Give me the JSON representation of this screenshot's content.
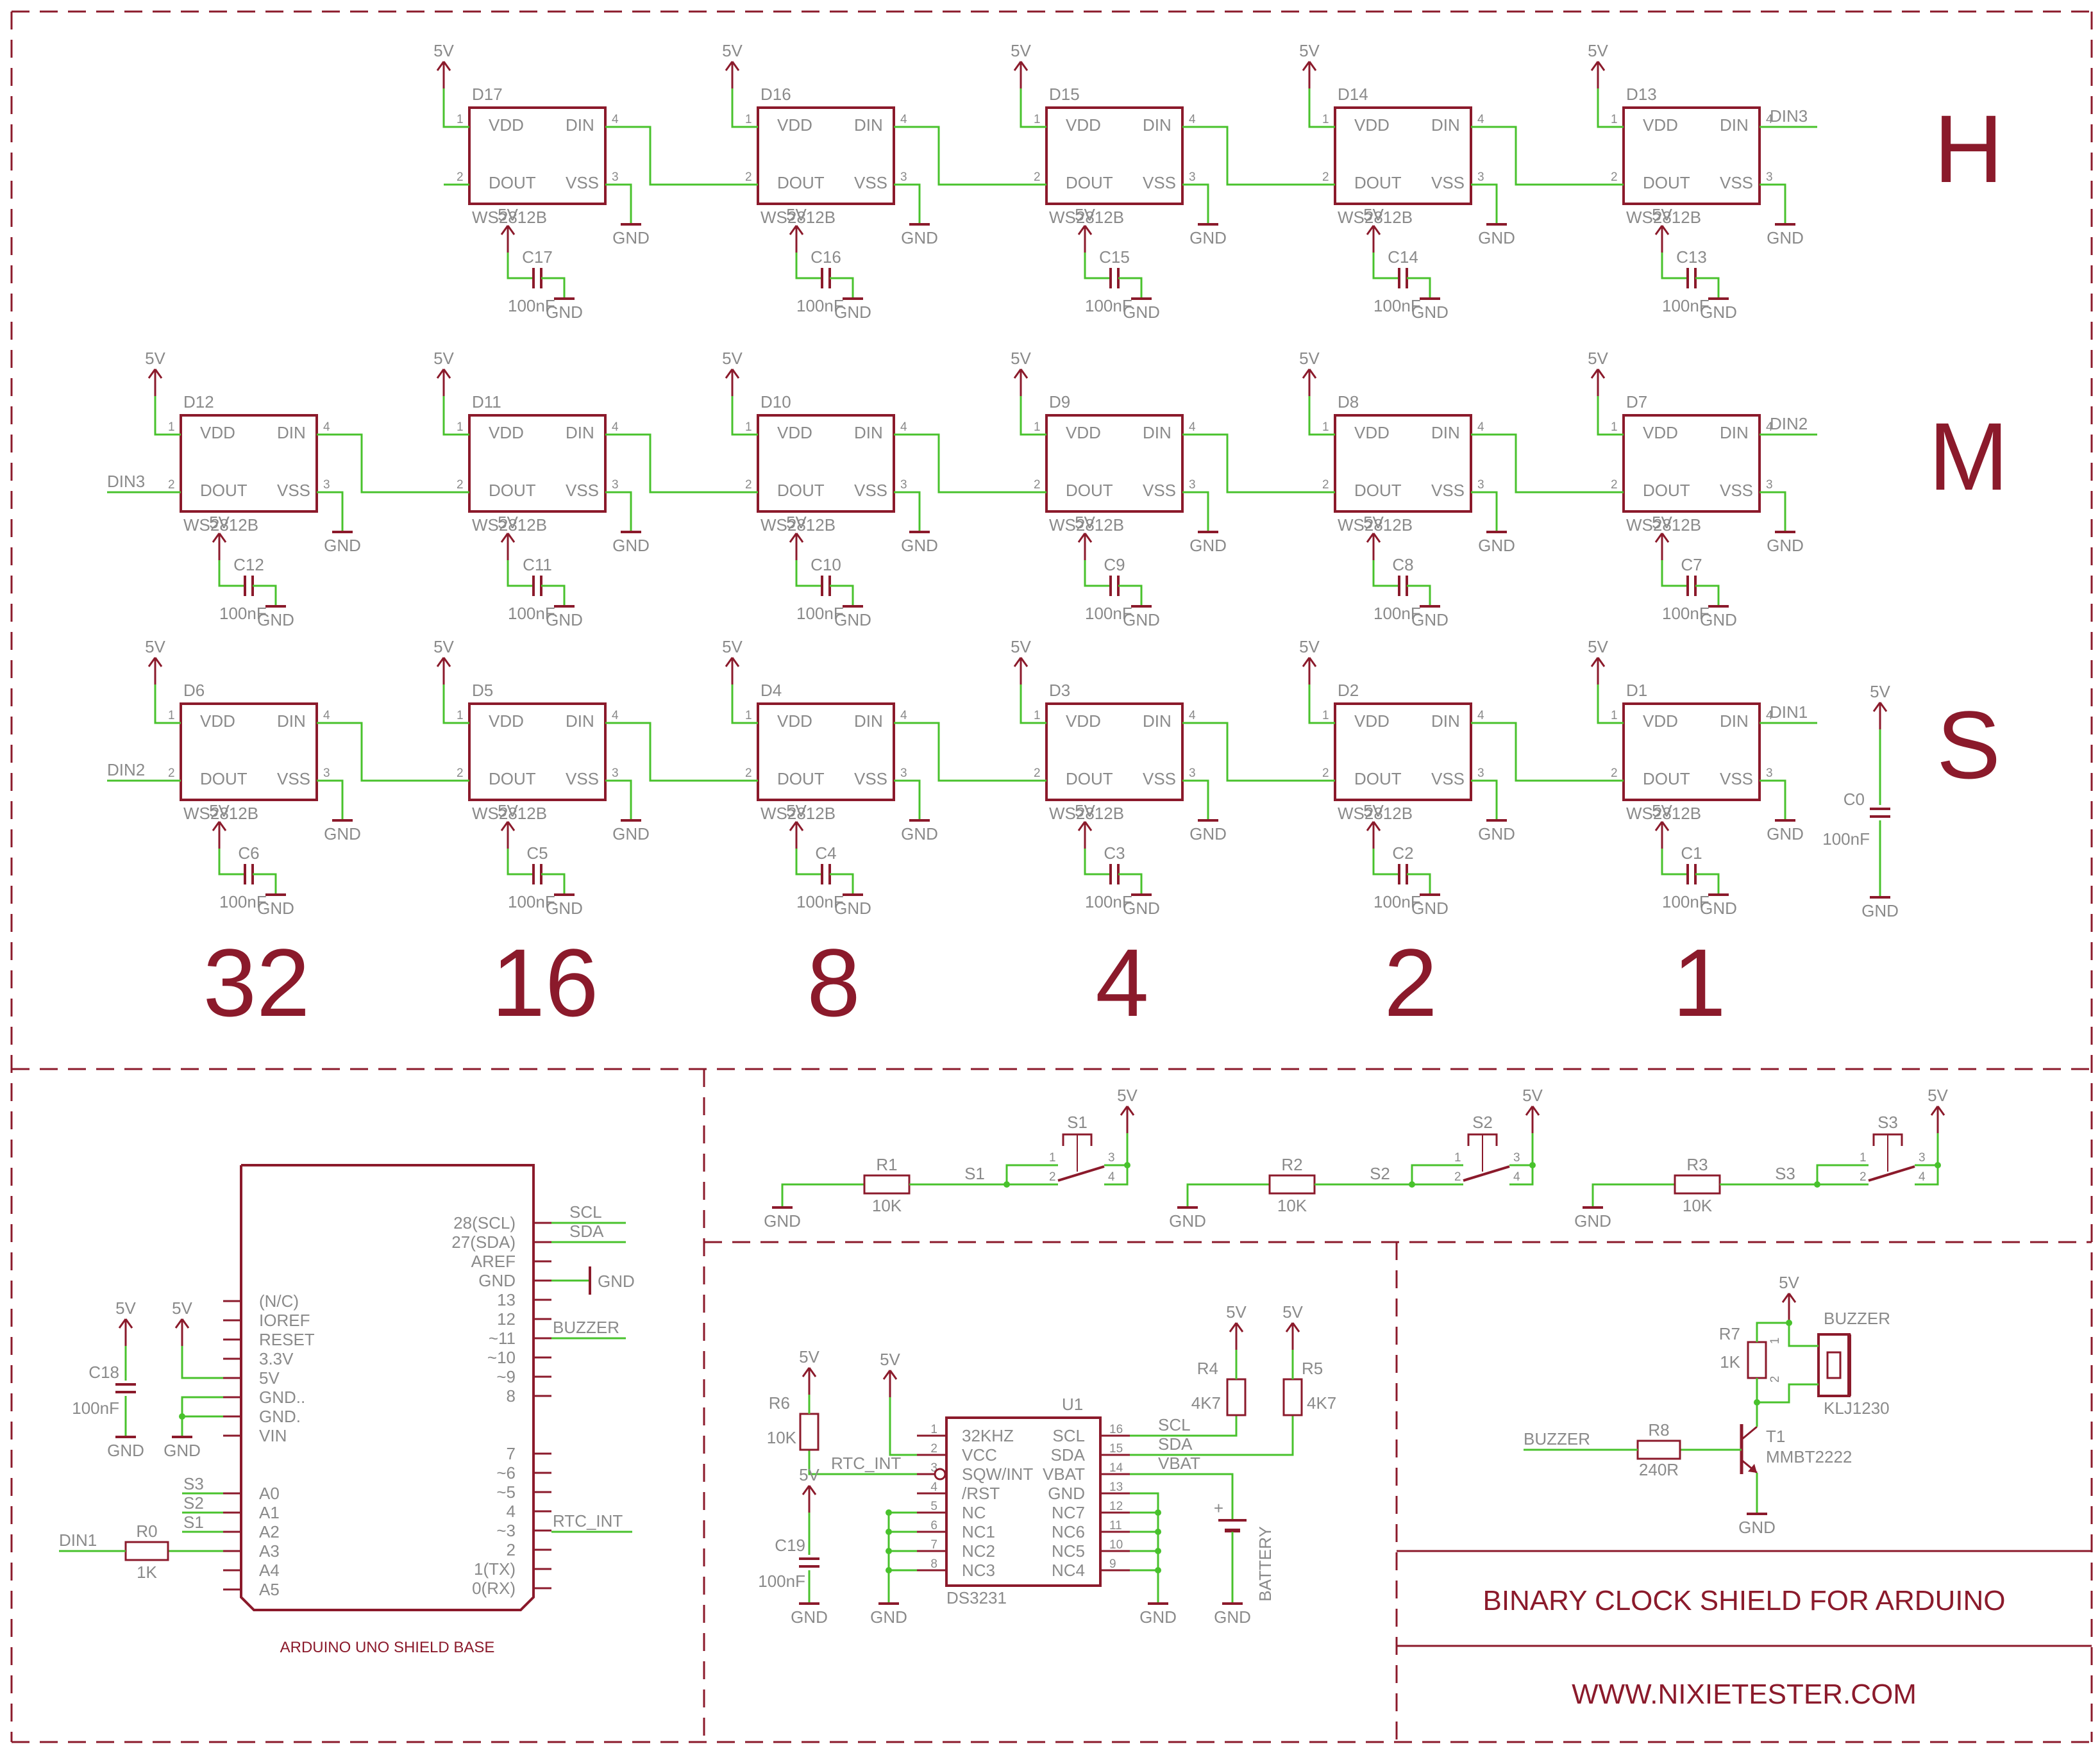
{
  "colors": {
    "body": "#8b1a2b",
    "wire": "#48c22c",
    "text": "#8a8a8a",
    "frame": "#8b1a2b"
  },
  "rows": [
    {
      "letter": "H",
      "leds": [
        {
          "ref": "D17",
          "cap": "C17"
        },
        {
          "ref": "D16",
          "cap": "C16"
        },
        {
          "ref": "D15",
          "cap": "C15"
        },
        {
          "ref": "D14",
          "cap": "C14"
        },
        {
          "ref": "D13",
          "cap": "C13"
        }
      ],
      "din_in": "",
      "din_out": "DIN3"
    },
    {
      "letter": "M",
      "leds": [
        {
          "ref": "D12",
          "cap": "C12"
        },
        {
          "ref": "D11",
          "cap": "C11"
        },
        {
          "ref": "D10",
          "cap": "C10"
        },
        {
          "ref": "D9",
          "cap": "C9"
        },
        {
          "ref": "D8",
          "cap": "C8"
        },
        {
          "ref": "D7",
          "cap": "C7"
        }
      ],
      "din_in": "DIN3",
      "din_out": "DIN2"
    },
    {
      "letter": "S",
      "leds": [
        {
          "ref": "D6",
          "cap": "C6"
        },
        {
          "ref": "D5",
          "cap": "C5"
        },
        {
          "ref": "D4",
          "cap": "C4"
        },
        {
          "ref": "D3",
          "cap": "C3"
        },
        {
          "ref": "D2",
          "cap": "C2"
        },
        {
          "ref": "D1",
          "cap": "C1"
        }
      ],
      "din_in": "DIN2",
      "din_out": "DIN1"
    }
  ],
  "weights": [
    "32",
    "16",
    "8",
    "4",
    "2",
    "1"
  ],
  "led": {
    "part": "WS2812B",
    "vdd": "VDD",
    "din": "DIN",
    "dout": "DOUT",
    "vss": "VSS",
    "p1": "1",
    "p2": "2",
    "p3": "3",
    "p4": "4"
  },
  "common": {
    "vcc": "5V",
    "gnd": "GND",
    "cap_value": "100nF"
  },
  "c0": {
    "ref": "C0",
    "value": "100nF"
  },
  "switches": [
    {
      "sw": "S1",
      "res": "R1",
      "res_value": "10K",
      "net": "S1"
    },
    {
      "sw": "S2",
      "res": "R2",
      "res_value": "10K",
      "net": "S2"
    },
    {
      "sw": "S3",
      "res": "R3",
      "res_value": "10K",
      "net": "S3"
    }
  ],
  "sw_pins": [
    "1",
    "2",
    "3",
    "4"
  ],
  "arduino": {
    "title": "ARDUINO UNO SHIELD BASE",
    "left_pins": [
      "(N/C)",
      "IOREF",
      "RESET",
      "3.3V",
      "5V",
      "GND..",
      "GND.",
      "VIN",
      "A0",
      "A1",
      "A2",
      "A3",
      "A4",
      "A5"
    ],
    "right_pins": [
      "28(SCL)",
      "27(SDA)",
      "AREF",
      "GND",
      "13",
      "12",
      "~11",
      "~10",
      "~9",
      "8",
      "7",
      "~6",
      "~5",
      "4",
      "~3",
      "2",
      "1(TX)",
      "0(RX)"
    ],
    "nets": {
      "scl": "SCL",
      "sda": "SDA",
      "gnd": "GND",
      "buzzer": "BUZZER",
      "rtc_int": "RTC_INT",
      "s3": "S3",
      "s2": "S2",
      "s1": "S1",
      "din1": "DIN1"
    },
    "c18": {
      "ref": "C18",
      "value": "100nF"
    },
    "r0": {
      "ref": "R0",
      "value": "1K"
    }
  },
  "rtc": {
    "ref": "U1",
    "part": "DS3231",
    "left_nums": [
      "1",
      "2",
      "3",
      "4",
      "5",
      "6",
      "7",
      "8"
    ],
    "left_pins": [
      "32KHZ",
      "VCC",
      "SQW/INT",
      "/RST",
      "NC",
      "NC1",
      "NC2",
      "NC3"
    ],
    "right_nums": [
      "16",
      "15",
      "14",
      "13",
      "12",
      "11",
      "10",
      "9"
    ],
    "right_pins": [
      "SCL",
      "SDA",
      "VBAT",
      "GND",
      "NC7",
      "NC6",
      "NC5",
      "NC4"
    ],
    "nets": {
      "scl": "SCL",
      "sda": "SDA",
      "vbat": "VBAT",
      "rtc_int": "RTC_INT"
    },
    "r6": {
      "ref": "R6",
      "value": "10K"
    },
    "r4": {
      "ref": "R4",
      "value": "4K7"
    },
    "r5": {
      "ref": "R5",
      "value": "4K7"
    },
    "c19": {
      "ref": "C19",
      "value": "100nF"
    },
    "battery": "BATTERY",
    "plus": "+"
  },
  "buzzer": {
    "net": "BUZZER",
    "label": "BUZZER",
    "part": "KLJ1230",
    "r7": {
      "ref": "R7",
      "value": "1K"
    },
    "r8": {
      "ref": "R8",
      "value": "240R"
    },
    "t1": {
      "ref": "T1",
      "part": "MMBT2222"
    },
    "pin1": "1",
    "pin2": "2"
  },
  "title_block": {
    "title": "BINARY CLOCK SHIELD FOR ARDUINO",
    "url": "WWW.NIXIETESTER.COM"
  }
}
